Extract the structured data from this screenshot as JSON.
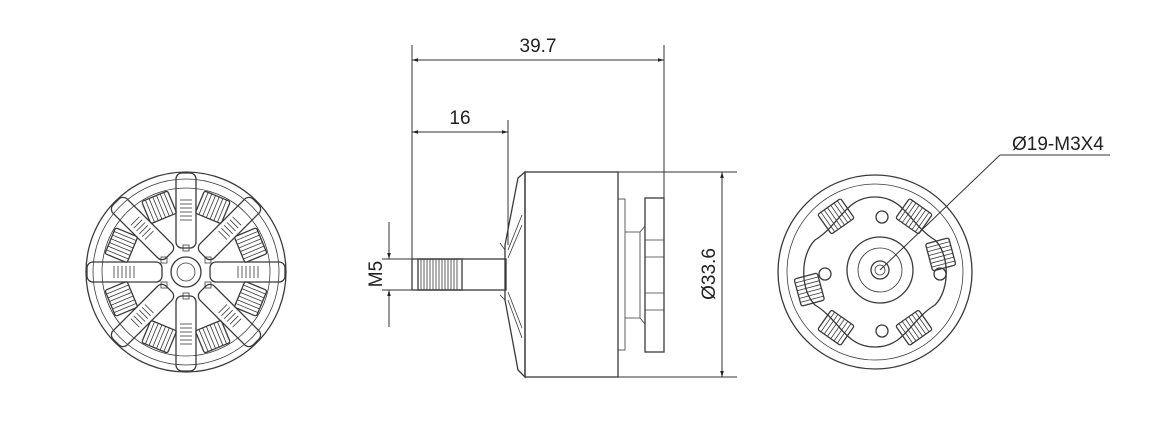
{
  "dimensions": {
    "overall_length": "39.7",
    "shaft_length": "16",
    "shaft_thread": "M5",
    "diameter": "Ø33.6",
    "mount_holes": "Ø19-M3X4"
  },
  "colors": {
    "line": "#3a3a3a",
    "background": "#ffffff"
  }
}
